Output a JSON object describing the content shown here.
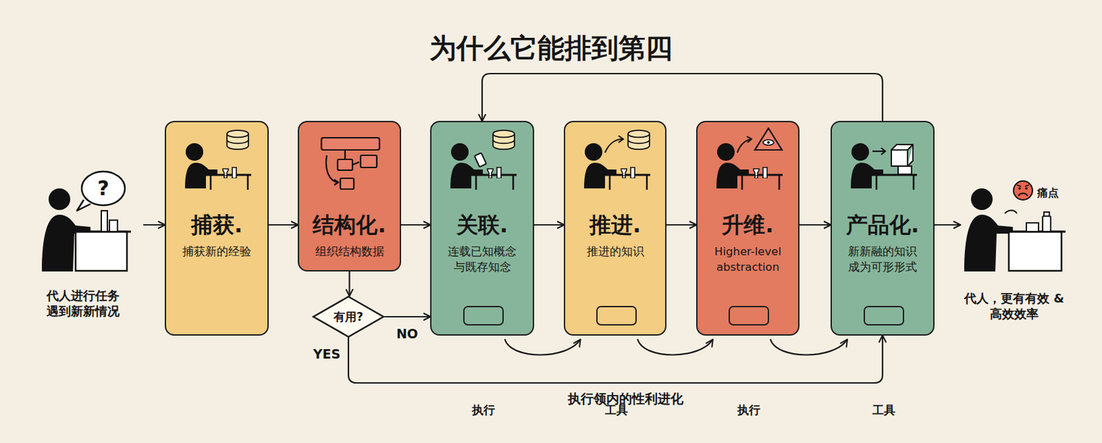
{
  "diagram": {
    "title": "为什么它能排到第四",
    "nodes": [
      {
        "text": [
          "代人进行任务 遇到新新情况"
        ]
      },
      {
        "text": [
          "捕获.",
          "捕获新的经验"
        ]
      },
      {
        "text": [
          "结构化.",
          "组织结构数据"
        ]
      },
      {
        "text": [
          "有用?"
        ]
      },
      {
        "text": [
          "关联.",
          "连载已知概念 与既存知念"
        ]
      },
      {
        "text": [
          "执行"
        ],
        "in": 4
      },
      {
        "text": [
          "推进.",
          "推进的知识"
        ]
      },
      {
        "text": [
          "工具"
        ],
        "in": 6
      },
      {
        "text": [
          "升维.",
          "Higher-level abstraction"
        ]
      },
      {
        "text": [
          "执行"
        ],
        "in": 8
      },
      {
        "text": [
          "产品化.",
          "新新融的知识 成为可形形式"
        ]
      },
      {
        "text": [
          "工具"
        ],
        "in": 10
      },
      {
        "text": [
          "代人，更有有效 &高效效率"
        ]
      }
    ],
    "edges": [
      {
        "from": 0,
        "to": 1,
        "arrow": "to"
      },
      {
        "from": 1,
        "to": 2,
        "arrow": "to"
      },
      {
        "from": 2,
        "to": 4,
        "arrow": "to"
      },
      {
        "from": 4,
        "to": 6,
        "arrow": "to"
      },
      {
        "from": 6,
        "to": 8,
        "arrow": "to"
      },
      {
        "from": 8,
        "to": 10,
        "arrow": "to"
      },
      {
        "from": 10,
        "to": 12,
        "arrow": "to"
      },
      {
        "from": 2,
        "to": 3,
        "arrow": "to"
      },
      {
        "from": 3,
        "to": 4,
        "label": "NO",
        "arrow": "to"
      },
      {
        "from": 3,
        "to": 10,
        "label": "YES",
        "arrow": "to"
      },
      {
        "from": 4,
        "to": 6,
        "arrow": "to"
      },
      {
        "from": 6,
        "to": 8,
        "arrow": "to"
      },
      {
        "from": 8,
        "to": 10,
        "arrow": "to"
      },
      {
        "from": 10,
        "to": 4,
        "arrow": "to"
      }
    ],
    "labels": [
      "?",
      "痛点",
      "执行领内的性利进化"
    ]
  }
}
